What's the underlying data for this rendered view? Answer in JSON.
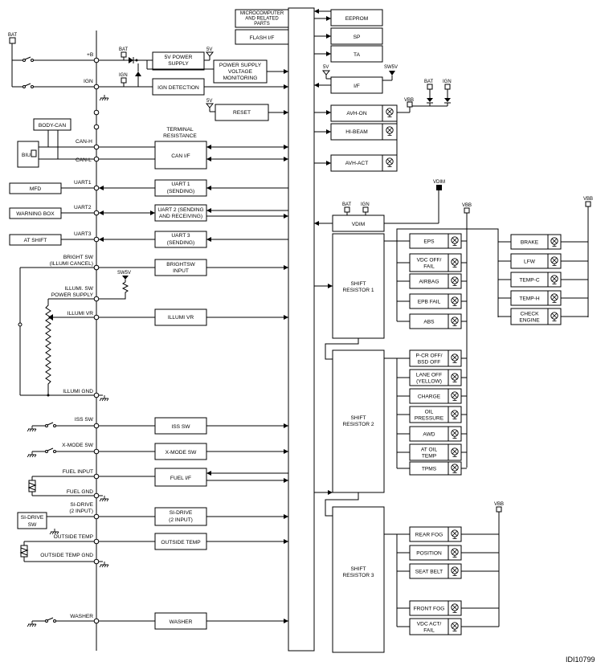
{
  "figure_id": "IDI10799",
  "bus": {
    "micro_box": [
      "MICROCOMPUTER",
      "AND RELATED",
      "PARTS"
    ],
    "flash": "FLASH I/F"
  },
  "top_right": {
    "eeprom": "EEPROM",
    "sp": "SP",
    "ta": "TA",
    "if": "I/F",
    "v5": "5V",
    "sw5v": "SW5V",
    "bat": "BAT",
    "ign": "IGN",
    "vbb": "VBB",
    "avh_on": "AVH-ON",
    "hi_beam": "HI-BEAM",
    "avh_act": "AVH-ACT"
  },
  "left_inputs": {
    "bat": "BAT",
    "plus_b": "+B",
    "ign": "IGN",
    "body_can": "BODY-CAN",
    "can_h": "CAN-H",
    "can_l": "CAN-L",
    "biu": "BIU",
    "uart1": "UART1",
    "mfd": "MFD",
    "uart2": "UART2",
    "warning_box": "WARNING BOX",
    "uart3": "UART3",
    "at_shift": "AT SHIFT",
    "bright_sw": [
      "BRIGHT SW",
      "(ILLUMI CANCEL)"
    ],
    "illumi_sw_power": [
      "ILLUMI. SW",
      "POWER SUPPLY"
    ],
    "illumi_vr": "ILLUMI VR",
    "illumi_gnd": "ILLUMI GND",
    "iss_sw": "ISS SW",
    "x_mode_sw": "X-MODE SW",
    "fuel_input": "FUEL INPUT",
    "fuel_gnd": "FUEL GND",
    "si_drive": [
      "SI-DRIVE",
      "(2 INPUT)"
    ],
    "si_drive_sw": [
      "SI-DRIVE",
      "SW"
    ],
    "outside_temp": "OUTSIDE TEMP",
    "outside_temp_gnd": "OUTSIDE TEMP GND",
    "washer": "WASHER"
  },
  "blocks": {
    "bat": "BAT",
    "ign": "IGN",
    "v5": "5V",
    "sw5v": "SW5V",
    "power_supply_5v": [
      "5V POWER",
      "SUPPLY"
    ],
    "voltage_monitoring": [
      "POWER SUPPLY",
      "VOLTAGE",
      "MONITORING"
    ],
    "ign_detection": "IGN DETECTION",
    "reset": "RESET",
    "terminal_resistance": [
      "TERMINAL",
      "RESISTANCE"
    ],
    "can_if": "CAN I/F",
    "uart1": [
      "UART 1",
      "(SENDING)"
    ],
    "uart2": [
      "UART 2 (SENDING",
      "AND RECEIVING)"
    ],
    "uart3": [
      "UART 3",
      "(SENDING)"
    ],
    "bright_sw_input": [
      "BRIGHTSW",
      "INPUT"
    ],
    "illumi_vr": "ILLUMI VR",
    "iss_sw": "ISS SW",
    "x_mode_sw": "X-MODE SW",
    "fuel_if": "FUEL I/F",
    "si_drive": [
      "SI-DRIVE",
      "(2 INPUT)"
    ],
    "outside_temp": "OUTSIDE TEMP",
    "washer": "WASHER"
  },
  "vdim": {
    "vdim": "VDIM",
    "bat": "BAT",
    "ign": "IGN",
    "vbb": "VBB"
  },
  "shift_registers": [
    {
      "label": [
        "SHIFT",
        "RESISTOR 1"
      ]
    },
    {
      "label": [
        "SHIFT",
        "RESISTOR 2"
      ]
    },
    {
      "label": [
        "SHIFT",
        "RESISTOR 3"
      ]
    }
  ],
  "indicators": {
    "sr1": [
      [
        "EPS"
      ],
      [
        "VDC OFF/",
        "FAIL"
      ],
      [
        "AIRBAG"
      ],
      [
        "EPB FAIL"
      ],
      [
        "ABS"
      ]
    ],
    "sr1_right": [
      [
        "BRAKE"
      ],
      [
        "LFW"
      ],
      [
        "TEMP-C"
      ],
      [
        "TEMP-H"
      ],
      [
        "CHECK",
        "ENGINE"
      ]
    ],
    "sr2": [
      [
        "P-CR OFF/",
        "BSD OFF"
      ],
      [
        "LANE OFF",
        "(YELLOW)"
      ],
      [
        "CHARGE"
      ],
      [
        "OIL",
        "PRESSURE"
      ],
      [
        "AWD"
      ],
      [
        "AT OIL",
        "TEMP"
      ],
      [
        "TPMS"
      ]
    ],
    "sr3": [
      [
        "REAR FOG"
      ],
      [
        "POSITION"
      ],
      [
        "SEAT BELT"
      ],
      [
        "FRONT FOG"
      ],
      [
        "VDC ACT/",
        "FAIL"
      ]
    ],
    "vbb": "VBB"
  }
}
